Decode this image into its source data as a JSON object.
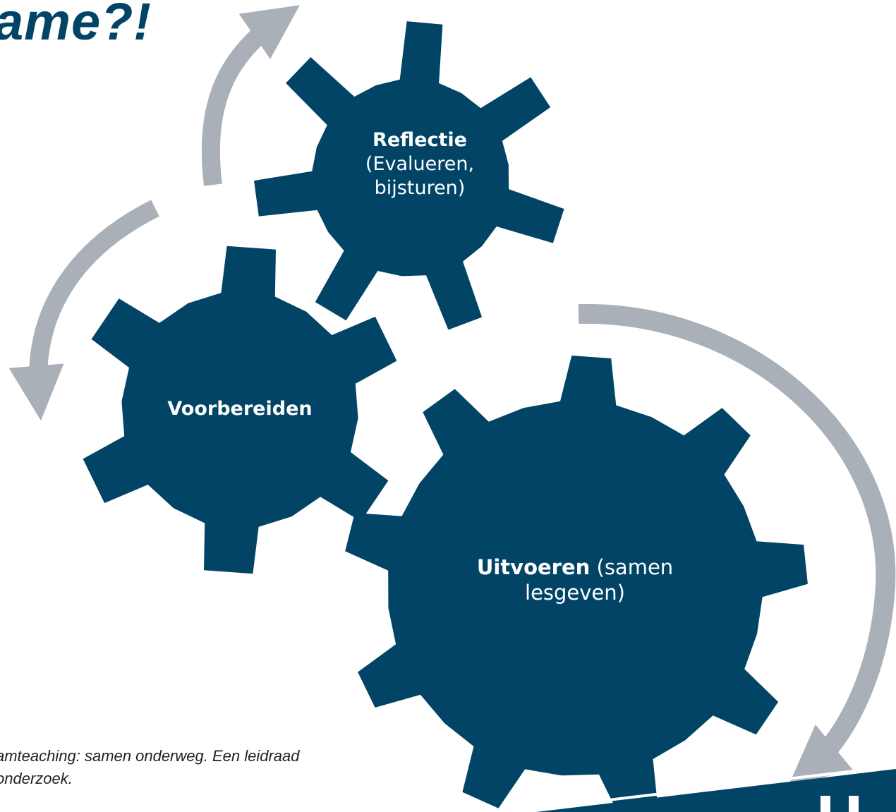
{
  "title": "ame?!",
  "colors": {
    "gear": "#014466",
    "arrow": "#aab0b7",
    "text_on_gear": "#ffffff"
  },
  "gears": {
    "reflectie": {
      "bold": "Reflectie",
      "line2": "(Evalueren,",
      "line3": "bijsturen)"
    },
    "voorbereiden": {
      "label": "Voorbereiden"
    },
    "uitvoeren": {
      "bold": "Uitvoeren",
      "rest": " (samen",
      "line2": "lesgeven)"
    }
  },
  "citation": "amteaching: samen onderweg. Een leidraad\nonderzoek."
}
